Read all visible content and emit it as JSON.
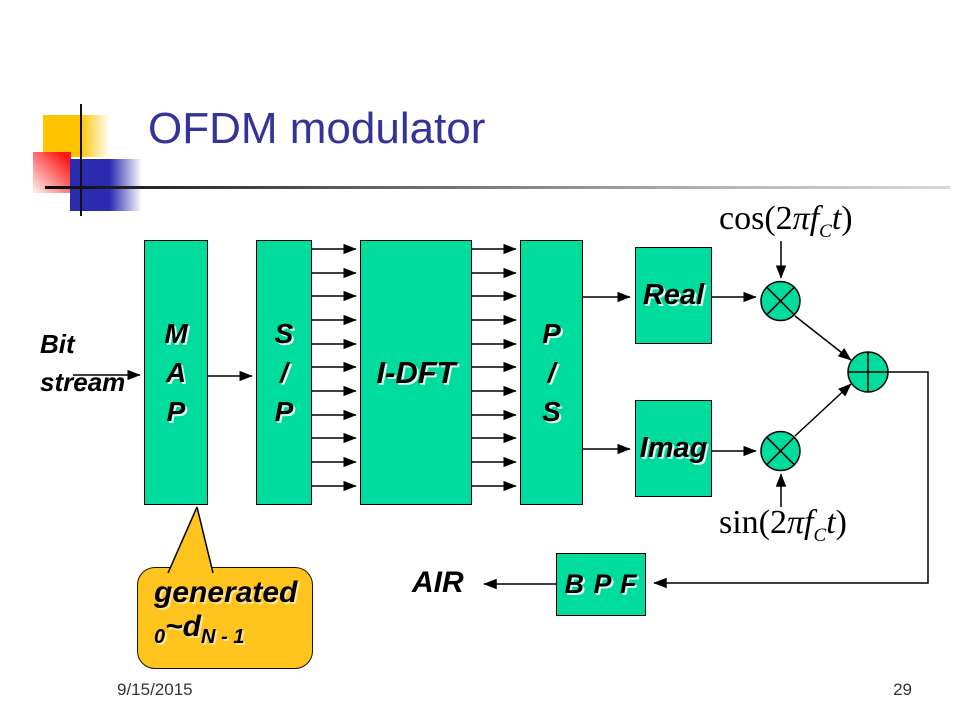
{
  "slide": {
    "title": "OFDM modulator",
    "footer_date": "9/15/2015",
    "footer_page": "29"
  },
  "colors": {
    "box_fill": "#00DB9E",
    "title_color": "#333399",
    "callout_fill": "#FFC41E",
    "decor_yellow": "#FFC400",
    "decor_red": "#FB1B1B",
    "decor_blue": "#2B2BB0"
  },
  "labels": {
    "bit_stream": "Bit\nstream",
    "map": "M\nA\nP",
    "serial_to_parallel": "S\n/\nP",
    "idft": "I-DFT",
    "parallel_to_serial": "P\n/\nS",
    "real": "Real",
    "imag": "Imag",
    "bpf": "B P F",
    "air": "AIR"
  },
  "formulas": {
    "cos": {
      "fn": "cos(",
      "two": "2",
      "pi": "π",
      "f": "f",
      "sub": "C",
      "t": "t",
      "close": ")"
    },
    "sin": {
      "fn": "sin(",
      "two": "2",
      "pi": "π",
      "f": "f",
      "sub": "C",
      "t": "t",
      "close": ")"
    }
  },
  "callout": {
    "line1": "generated",
    "sub_left": "0",
    "main": "~d",
    "sub_right": "N - 1"
  }
}
